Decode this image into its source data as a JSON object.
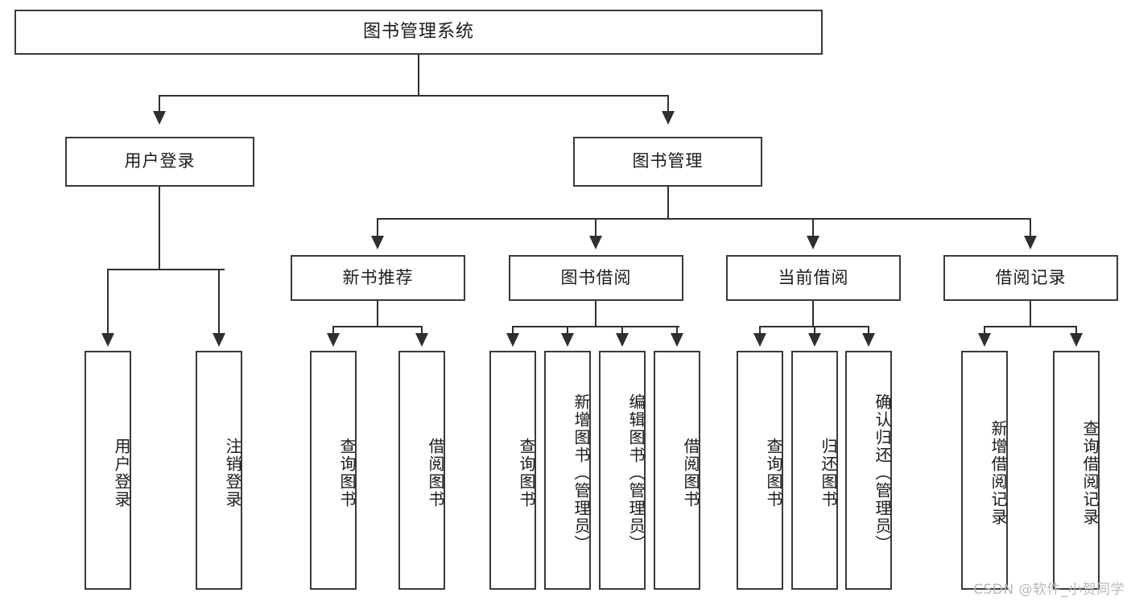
{
  "diagram": {
    "title": "图书管理系统",
    "type": "tree-hierarchy-chart",
    "root": {
      "label": "图书管理系统"
    },
    "level2": [
      {
        "id": "user-login",
        "label": "用户登录"
      },
      {
        "id": "book-manage",
        "label": "图书管理"
      }
    ],
    "level3": [
      {
        "id": "new-book-rec",
        "label": "新书推荐"
      },
      {
        "id": "book-borrow",
        "label": "图书借阅"
      },
      {
        "id": "current-borrow",
        "label": "当前借阅"
      },
      {
        "id": "borrow-record",
        "label": "借阅记录"
      }
    ],
    "leaves": {
      "user_login": [
        {
          "id": "leaf-user-login",
          "label": "用户登录"
        },
        {
          "id": "leaf-user-logout",
          "label": "注销登录"
        }
      ],
      "new_book_rec": [
        {
          "id": "leaf-query-book-1",
          "label": "查询图书"
        },
        {
          "id": "leaf-borrow-book-1",
          "label": "借阅图书"
        }
      ],
      "book_borrow": [
        {
          "id": "leaf-query-book-2",
          "label": "查询图书"
        },
        {
          "id": "leaf-add-book",
          "label": "新增图书（管理员）"
        },
        {
          "id": "leaf-edit-book",
          "label": "编辑图书（管理员）"
        },
        {
          "id": "leaf-borrow-book-2",
          "label": "借阅图书"
        }
      ],
      "current_borrow": [
        {
          "id": "leaf-query-book-3",
          "label": "查询图书"
        },
        {
          "id": "leaf-return-book",
          "label": "归还图书"
        },
        {
          "id": "leaf-confirm-return",
          "label": "确认归还（管理员）"
        }
      ],
      "borrow_record": [
        {
          "id": "leaf-add-record",
          "label": "新增借阅记录"
        },
        {
          "id": "leaf-query-record",
          "label": "查询借阅记录"
        }
      ]
    }
  },
  "watermark": {
    "text": "CSDN @软件_小贺同学"
  },
  "colors": {
    "box_border": "#3a3a3a",
    "line": "#2f2f2f",
    "text": "#1b1b1b",
    "background": "#ffffff",
    "watermark": "#b9b9b9"
  }
}
